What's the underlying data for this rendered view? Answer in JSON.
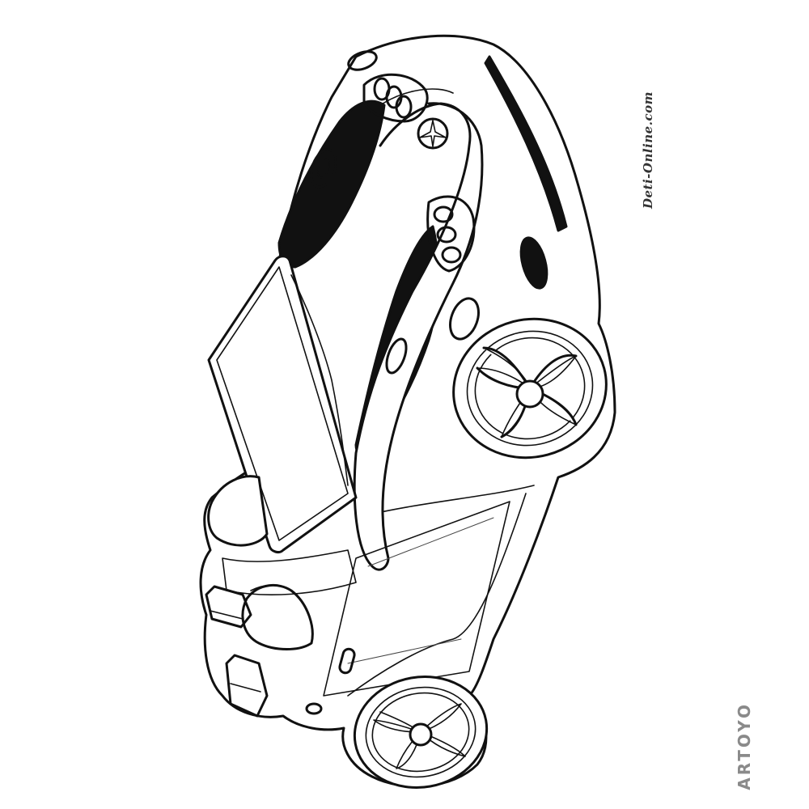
{
  "watermarks": {
    "top_right": "Deti-Online.com",
    "bottom_right": "ARTOYO"
  },
  "image": {
    "subject": "line-art-sports-car-coloring-page",
    "colors": {
      "line": "#111111",
      "background": "#ffffff",
      "watermark_gray": "#8a8a8a"
    }
  }
}
